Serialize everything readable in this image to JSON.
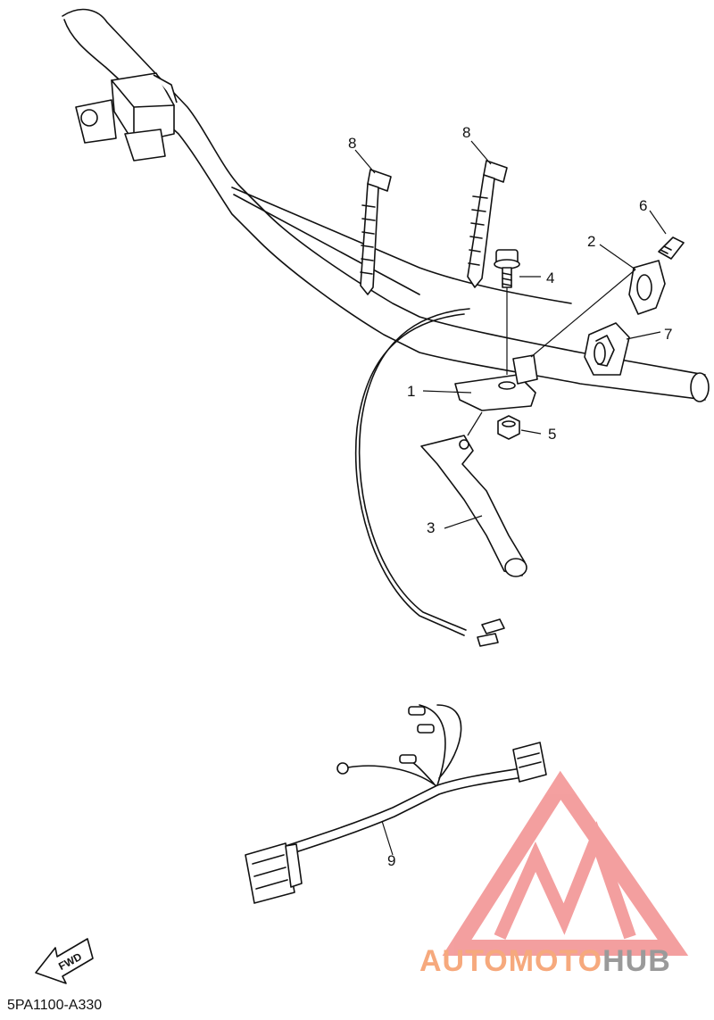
{
  "diagram": {
    "callouts": [
      {
        "id": "c8a",
        "label": "8"
      },
      {
        "id": "c8b",
        "label": "8"
      },
      {
        "id": "c6",
        "label": "6"
      },
      {
        "id": "c2",
        "label": "2"
      },
      {
        "id": "c4",
        "label": "4"
      },
      {
        "id": "c7",
        "label": "7"
      },
      {
        "id": "c1",
        "label": "1"
      },
      {
        "id": "c5",
        "label": "5"
      },
      {
        "id": "c3",
        "label": "3"
      },
      {
        "id": "c9",
        "label": "9"
      }
    ],
    "fwd_label": "FWD",
    "drawing_code": "5PA1100-A330"
  },
  "watermark": {
    "part1": "AUTO",
    "part2": "MOTO",
    "part3": "HUB",
    "color_red": "#f08080",
    "color_orange": "#f6a97d",
    "color_gray": "#9a9a9a"
  }
}
